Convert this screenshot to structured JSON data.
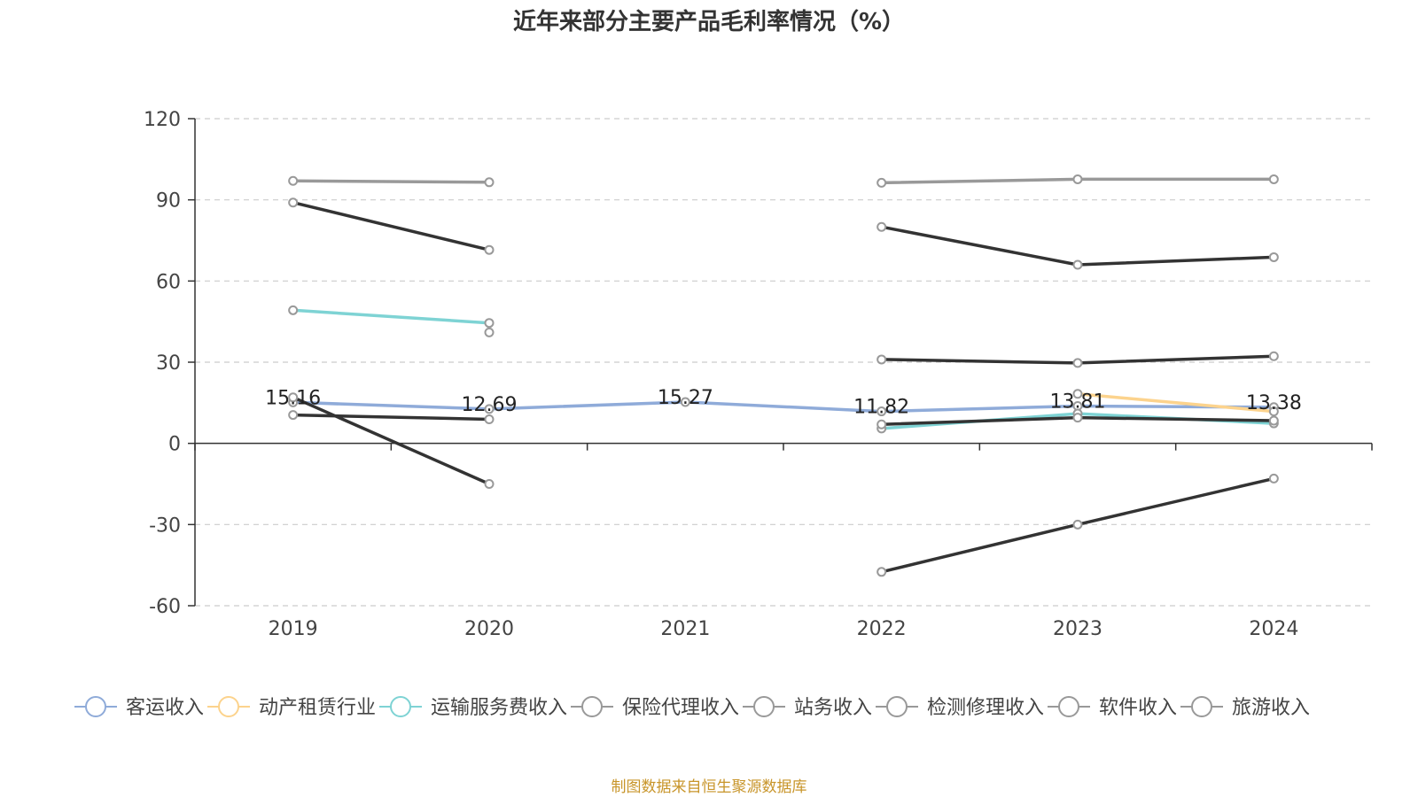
{
  "chart_data": {
    "type": "line",
    "title": "近年来部分主要产品毛利率情况（%）",
    "categories": [
      "2019",
      "2020",
      "2021",
      "2022",
      "2023",
      "2024"
    ],
    "ylim": [
      -60,
      120
    ],
    "yticks": [
      120,
      90,
      60,
      30,
      0,
      -30,
      -60
    ],
    "grid": true,
    "legend_position": "bottom",
    "series": [
      {
        "name": "客运收入",
        "color": "#8fabd9",
        "values": [
          15.16,
          12.69,
          15.27,
          11.82,
          13.81,
          13.38
        ],
        "labels": [
          "15.16",
          "12.69",
          "15.27",
          "11.82",
          "13.81",
          "13.38"
        ]
      },
      {
        "name": "动产租赁行业",
        "color": "#fcd38d",
        "values": [
          null,
          null,
          null,
          null,
          18.3,
          11.8
        ]
      },
      {
        "name": "运输服务费收入",
        "color": "#7ed3d4",
        "values": [
          49.2,
          44.5,
          null,
          5.5,
          11.0,
          7.4
        ]
      },
      {
        "name": "保险代理收入",
        "color": "#333333",
        "values": [
          10.5,
          8.9,
          null,
          7.0,
          9.5,
          8.4
        ]
      },
      {
        "name": "站务收入",
        "color": "#333333",
        "values": [
          89.0,
          71.5,
          null,
          80.0,
          66.0,
          68.8
        ]
      },
      {
        "name": "检测修理收入",
        "color": "#333333",
        "values": [
          null,
          null,
          null,
          31.0,
          29.7,
          32.2
        ]
      },
      {
        "name": "软件收入",
        "color": "#333333",
        "values": [
          17.0,
          -15.0,
          null,
          -47.5,
          -30.0,
          -13.0
        ]
      },
      {
        "name": "旅游收入",
        "color": "#999999",
        "values": [
          97.0,
          96.5,
          null,
          96.3,
          97.6,
          97.6
        ]
      },
      {
        "name": "",
        "color": "#999999",
        "values": [
          null,
          41.0,
          null,
          null,
          null,
          null
        ]
      }
    ]
  },
  "source_note": "制图数据来自恒生聚源数据库"
}
